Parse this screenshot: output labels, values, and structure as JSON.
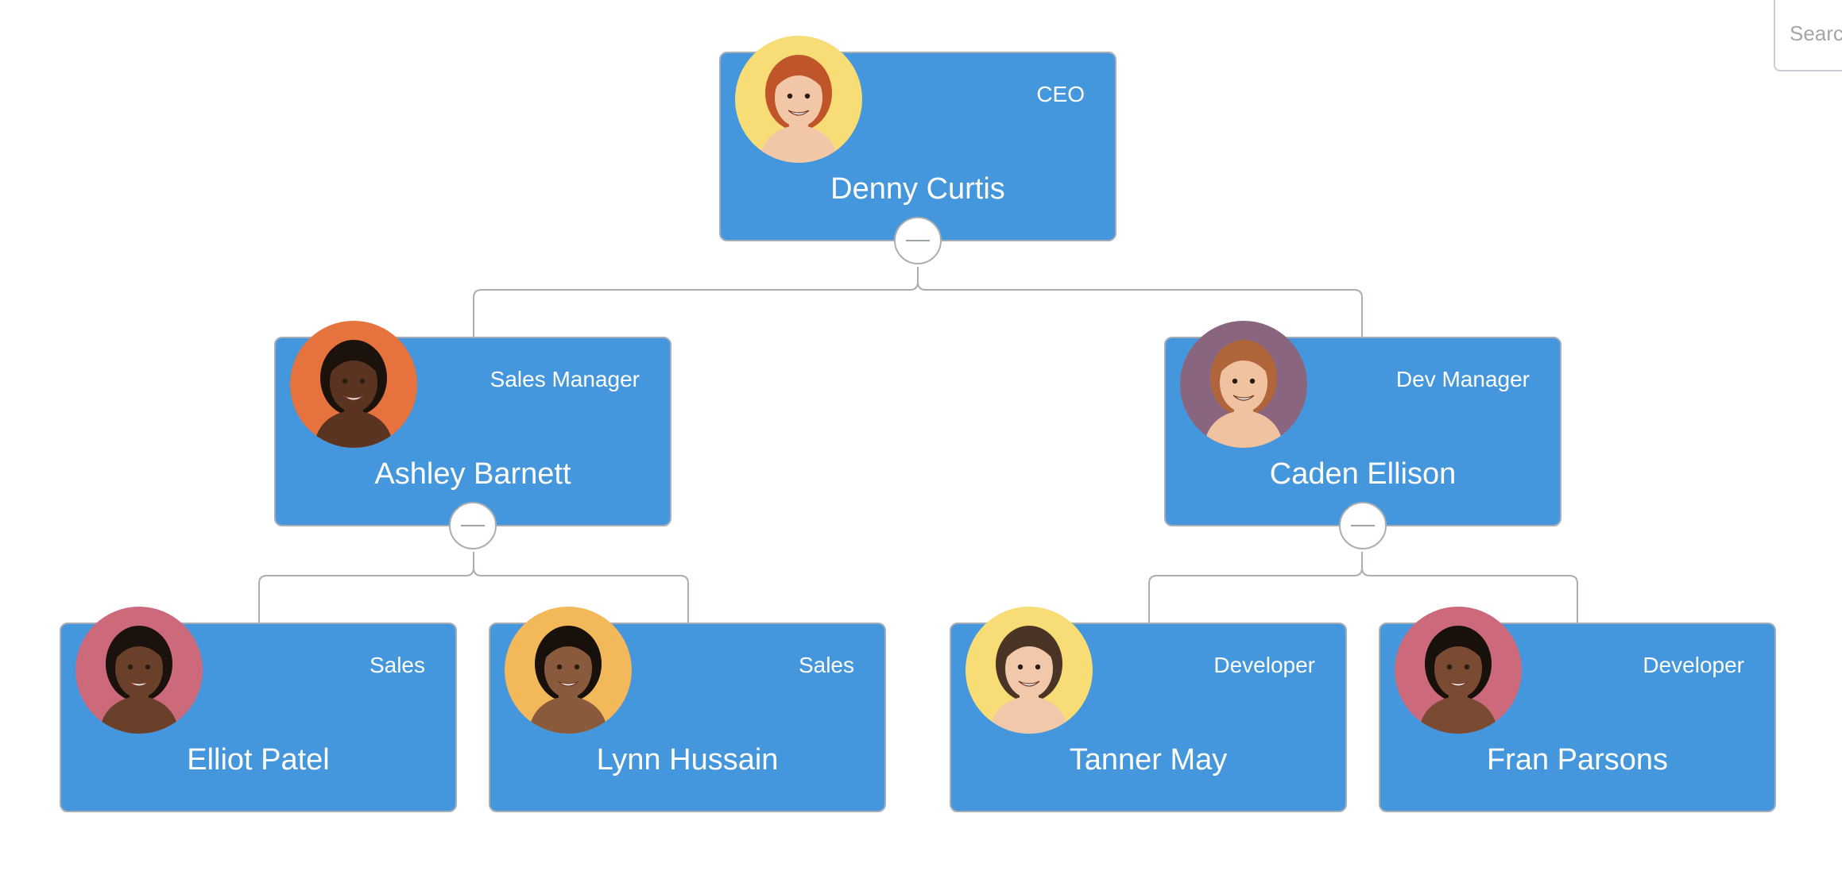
{
  "search": {
    "placeholder": "Search"
  },
  "nodes": [
    {
      "id": "denny-curtis",
      "name": "Denny Curtis",
      "role": "CEO",
      "avatar_bg": "#F8DD76",
      "hair": "#C1552A",
      "skin": "#F2C7A8"
    },
    {
      "id": "ashley-barnett",
      "name": "Ashley Barnett",
      "role": "Sales Manager",
      "avatar_bg": "#E6733E",
      "hair": "#1C120C",
      "skin": "#5A3421"
    },
    {
      "id": "caden-ellison",
      "name": "Caden Ellison",
      "role": "Dev Manager",
      "avatar_bg": "#8A6580",
      "hair": "#B0653A",
      "skin": "#F0C2A0"
    },
    {
      "id": "elliot-patel",
      "name": "Elliot Patel",
      "role": "Sales",
      "avatar_bg": "#CC6A7C",
      "hair": "#1B120D",
      "skin": "#6B402A"
    },
    {
      "id": "lynn-hussain",
      "name": "Lynn Hussain",
      "role": "Sales",
      "avatar_bg": "#F2B85A",
      "hair": "#17100B",
      "skin": "#8A5A3C"
    },
    {
      "id": "tanner-may",
      "name": "Tanner May",
      "role": "Developer",
      "avatar_bg": "#F8DD76",
      "hair": "#4A3426",
      "skin": "#F1C8AA"
    },
    {
      "id": "fran-parsons",
      "name": "Fran Parsons",
      "role": "Developer",
      "avatar_bg": "#CC6A7C",
      "hair": "#17100B",
      "skin": "#7A4B32"
    }
  ],
  "colors": {
    "node_fill": "#4597DD",
    "node_border": "#A9AEB4",
    "link": "#A9AEB4",
    "text": "#FFFFFF"
  }
}
